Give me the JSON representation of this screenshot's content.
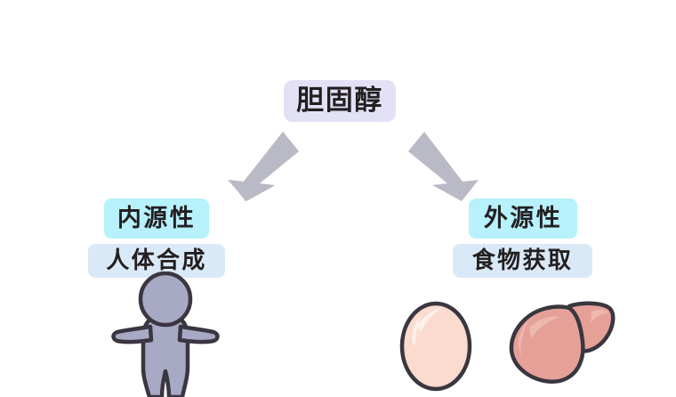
{
  "diagram": {
    "title": "胆固醇",
    "title_box_color": "#e2e1f6",
    "branches": [
      {
        "side": "left",
        "primary_label": "内源性",
        "secondary_label": "人体合成",
        "primary_color": "#b6f1fc",
        "secondary_color": "#dae9f8",
        "illustration": "human-body-figure"
      },
      {
        "side": "right",
        "primary_label": "外源性",
        "secondary_label": "食物获取",
        "primary_color": "#b6f1fc",
        "secondary_color": "#dae9f8",
        "illustrations": [
          "egg",
          "liver"
        ]
      }
    ],
    "arrows": {
      "left": "arrow-down-left",
      "right": "arrow-down-right",
      "color": "#b9bac6"
    },
    "colors": {
      "background": "#ffffff",
      "outline": "#3a3640",
      "person_fill": "#a8a9c4",
      "egg_fill": "#fadbce",
      "liver_fill": "#e5a198"
    }
  }
}
